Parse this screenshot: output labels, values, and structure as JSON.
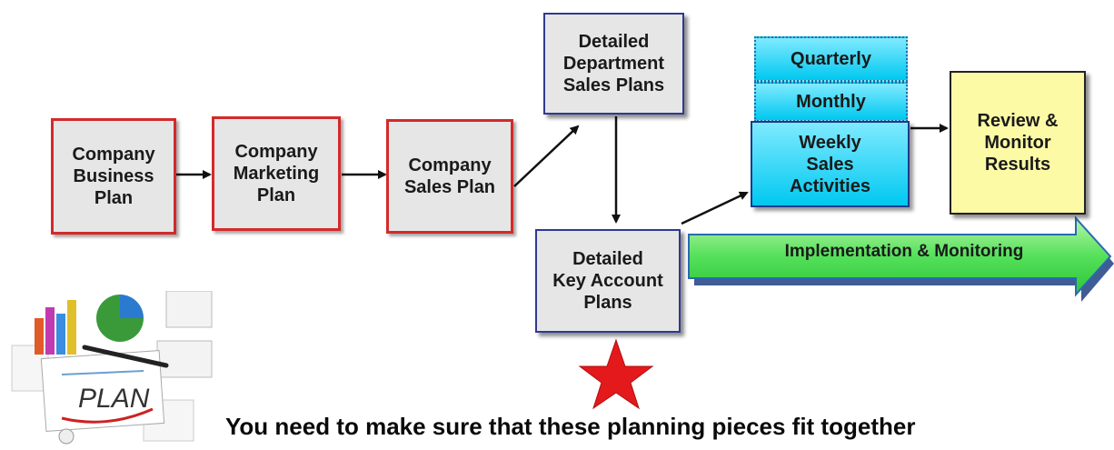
{
  "diagram": {
    "boxes": {
      "company_business_plan": "Company\nBusiness\nPlan",
      "company_marketing_plan": "Company\nMarketing\nPlan",
      "company_sales_plan": "Company\nSales Plan",
      "detailed_department_sales_plans": "Detailed\nDepartment\nSales Plans",
      "detailed_key_account_plans": "Detailed\nKey Account\nPlans",
      "quarterly": "Quarterly",
      "monthly": "Monthly",
      "weekly_sales_activities": "Weekly\nSales\nActivities",
      "review_monitor_results": "Review &\nMonitor\nResults"
    },
    "banner_label": "Implementation & Monitoring",
    "footer_text": "You need to make sure that these planning pieces fit together",
    "illustration_text": "PLAN",
    "colors": {
      "red_border": "#d42a2a",
      "box_gray": "#e6e6e6",
      "navy_border": "#2f3a8f",
      "cyan": "#00c8f0",
      "yellow": "#fdfaa6",
      "arrow_green": "#44e04a",
      "star_red": "#e3191c"
    }
  }
}
